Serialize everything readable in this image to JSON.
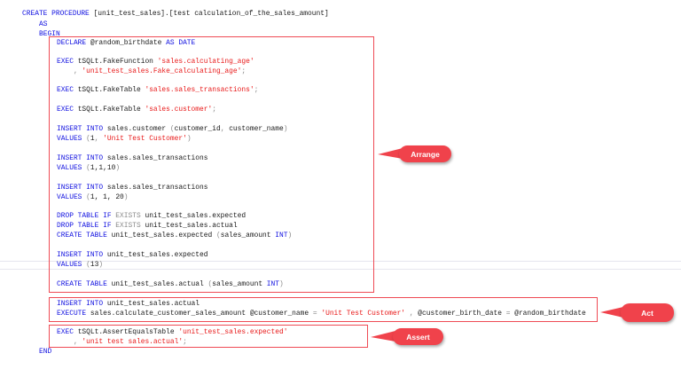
{
  "editor": {
    "header": {
      "create": "CREATE",
      "procedure": "PROCEDURE",
      "name": "[unit_test_sales].[test calculation_of_the_sales_amount]",
      "as": "AS",
      "begin": "BEGIN",
      "end": "END"
    },
    "arrange": {
      "l1": {
        "k1": "DECLARE",
        "t1": " @random_birthdate ",
        "k2": "AS DATE"
      },
      "l2": {
        "k1": "EXEC",
        "t1": " tSQLt.FakeFunction ",
        "s1": "'sales.calculating_age'"
      },
      "l3": {
        "p1": "    , ",
        "s1": "'unit_test_sales.Fake_calculating_age'",
        "p2": ";"
      },
      "l4": {
        "k1": "EXEC",
        "t1": " tSQLt.FakeTable ",
        "s1": "'sales.sales_transactions'",
        "p2": ";"
      },
      "l5": {
        "k1": "EXEC",
        "t1": " tSQLt.FakeTable ",
        "s1": "'sales.customer'",
        "p2": ";"
      },
      "l6": {
        "k1": "INSERT INTO",
        "t1": " sales.customer ",
        "p1": "(",
        "t2": "customer_id",
        "p2": ", ",
        "t3": "customer_name",
        "p3": ")"
      },
      "l7": {
        "k1": "VALUES",
        "p1": " (",
        "t1": "1",
        "p2": ", ",
        "s1": "'Unit Test Customer'",
        "p3": ")"
      },
      "l8": {
        "k1": "INSERT INTO",
        "t1": " sales.sales_transactions"
      },
      "l9": {
        "k1": "VALUES",
        "p1": " (",
        "t1": "1,1,10",
        "p2": ")"
      },
      "l10": {
        "k1": "INSERT INTO",
        "t1": " sales.sales_transactions"
      },
      "l11": {
        "k1": "VALUES",
        "p1": " (",
        "t1": "1, 1, 20",
        "p2": ")"
      },
      "l12": {
        "k1": "DROP TABLE IF",
        "g1": " EXISTS",
        "t1": " unit_test_sales.expected"
      },
      "l13": {
        "k1": "DROP TABLE IF",
        "g1": " EXISTS",
        "t1": " unit_test_sales.actual"
      },
      "l14": {
        "k1": "CREATE TABLE",
        "t1": " unit_test_sales.expected ",
        "p1": "(",
        "t2": "sales_amount ",
        "k2": "INT",
        "p2": ")"
      },
      "l15": {
        "k1": "INSERT INTO",
        "t1": " unit_test_sales.expected"
      },
      "l16": {
        "k1": "VALUES",
        "p1": " (",
        "t1": "13",
        "p2": ")"
      },
      "l17": {
        "k1": "CREATE TABLE",
        "t1": " unit_test_sales.actual ",
        "p1": "(",
        "t2": "sales_amount ",
        "k2": "INT",
        "p2": ")"
      }
    },
    "act": {
      "l1": {
        "k1": "INSERT INTO",
        "t1": " unit_test_sales.actual"
      },
      "l2": {
        "k1": "EXECUTE",
        "t1": " sales.calculate_customer_sales_amount @customer_name ",
        "p1": "= ",
        "s1": "'Unit Test Customer'",
        "p2": " , ",
        "t2": "@customer_birth_date ",
        "p3": "= ",
        "t3": "@random_birthdate"
      }
    },
    "assert": {
      "l1": {
        "k1": "EXEC",
        "t1": " tSQLt.AssertEqualsTable ",
        "s1": "'unit_test_sales.expected'"
      },
      "l2": {
        "p1": "    , ",
        "s1": "'unit test sales.actual'",
        "p2": ";"
      }
    }
  },
  "annotations": {
    "arrange_label": "Arrange",
    "act_label": "Act",
    "assert_label": "Assert",
    "color": "#f0424b"
  }
}
